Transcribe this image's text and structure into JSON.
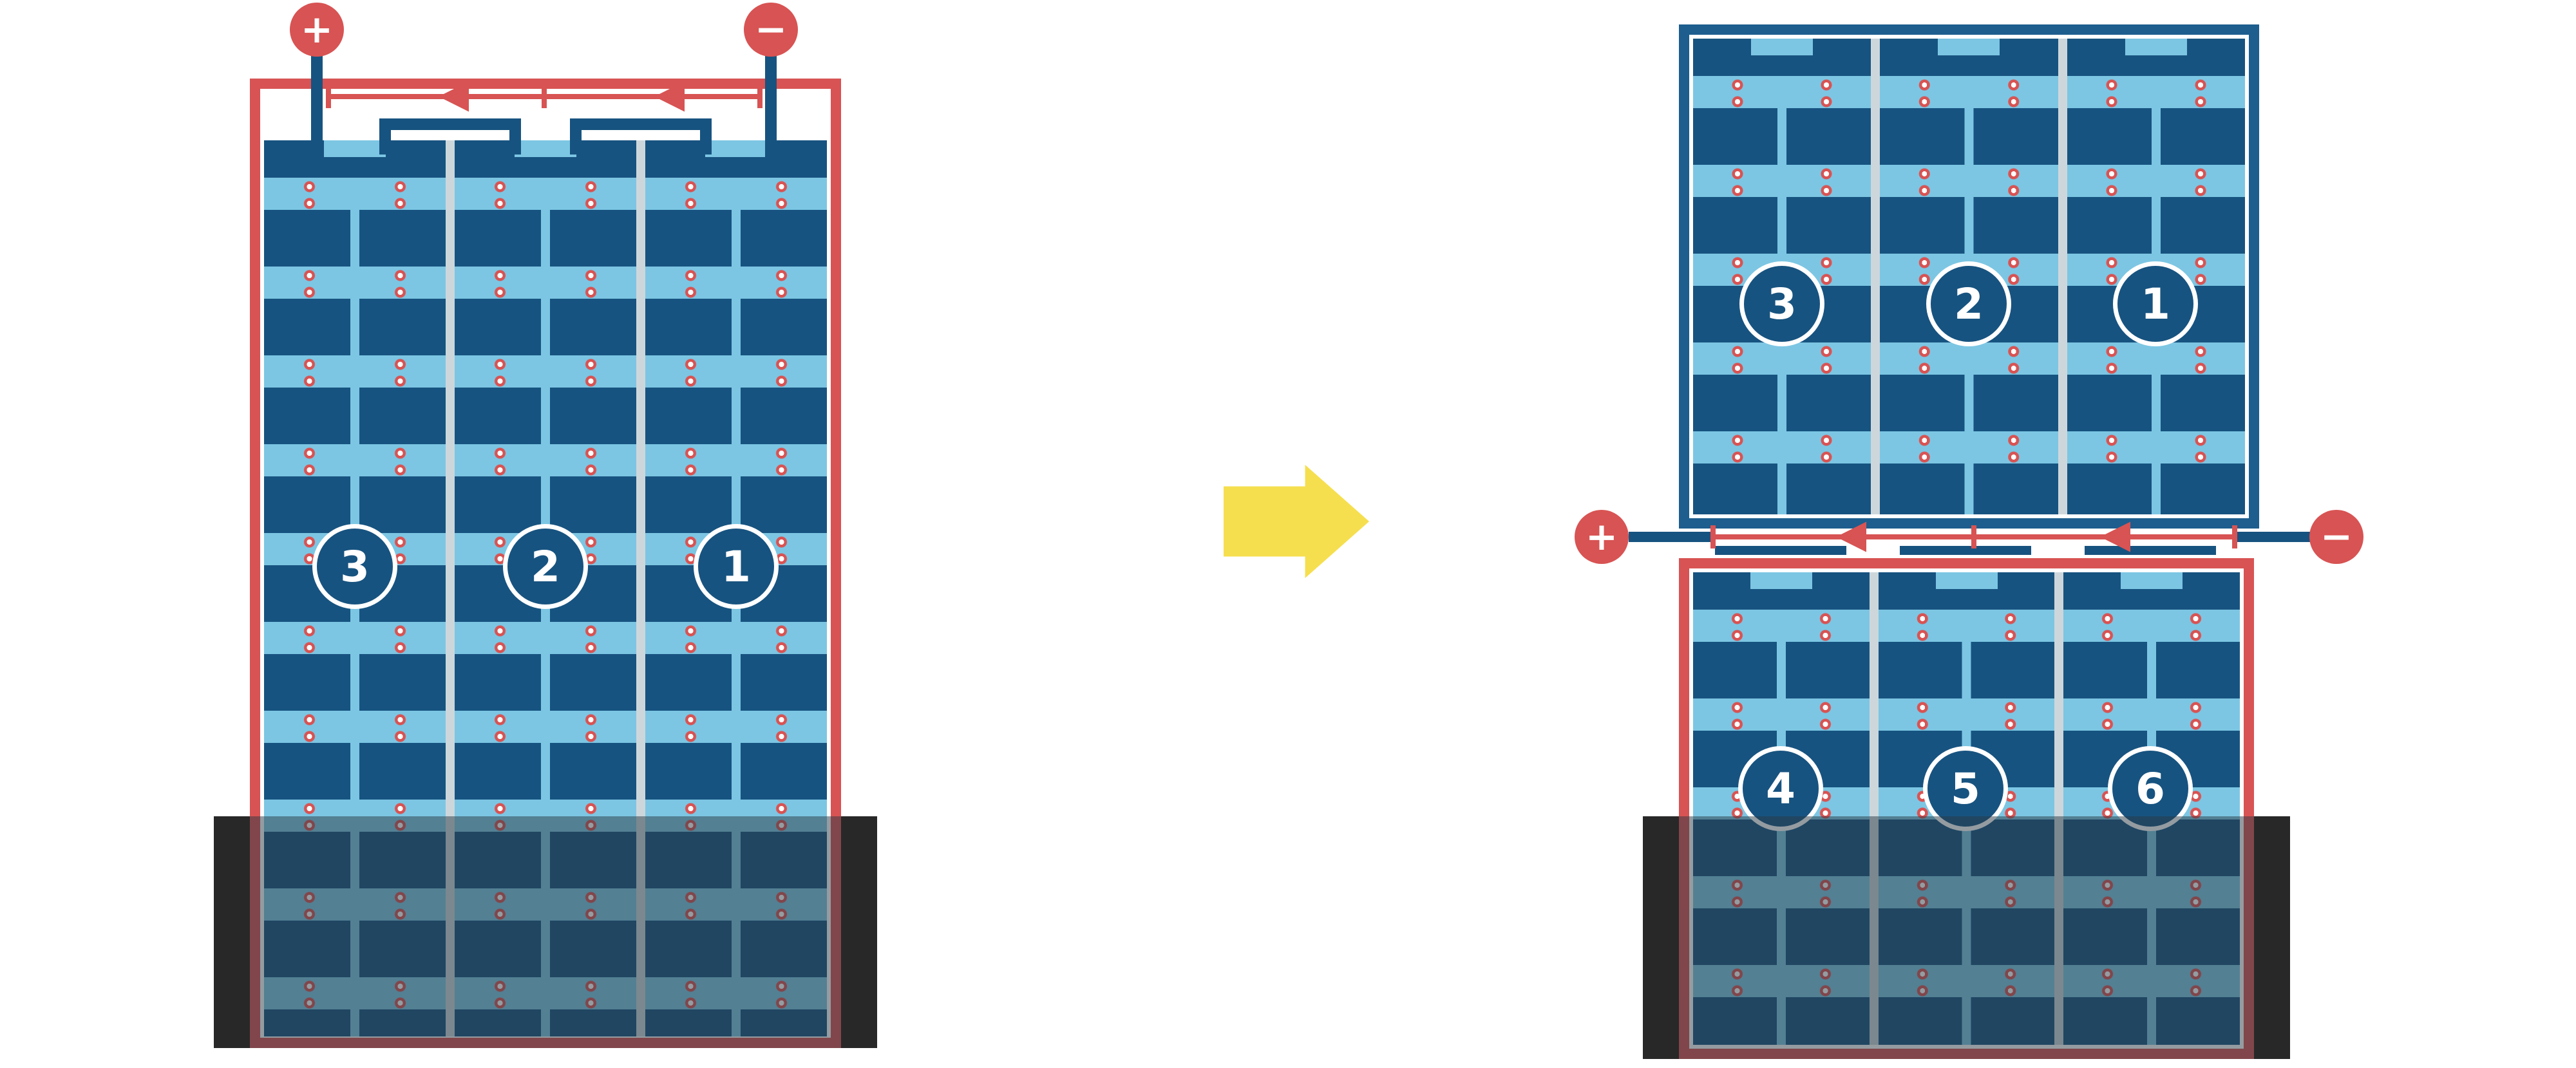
{
  "colors": {
    "red": "#d85353",
    "navy": "#175380",
    "navy_border": "#1d5e8e",
    "light_blue": "#7cc6e3",
    "separator": "#cdd7db",
    "yellow": "#f6df4f",
    "shade": "rgba(42,58,68,0.5)",
    "cap": "#282828"
  },
  "terminals": {
    "plus": "+",
    "minus": "−"
  },
  "assemblies": {
    "left": {
      "cells": [
        "3",
        "2",
        "1"
      ]
    },
    "right_top": {
      "cells": [
        "3",
        "2",
        "1"
      ]
    },
    "right_bottom": {
      "cells": [
        "4",
        "5",
        "6"
      ]
    }
  },
  "icons": {
    "flow_arrow": "transform-arrow-icon",
    "positive_terminal": "plus-terminal-icon",
    "negative_terminal": "minus-terminal-icon",
    "current_arrow": "current-direction-arrow-icon"
  }
}
